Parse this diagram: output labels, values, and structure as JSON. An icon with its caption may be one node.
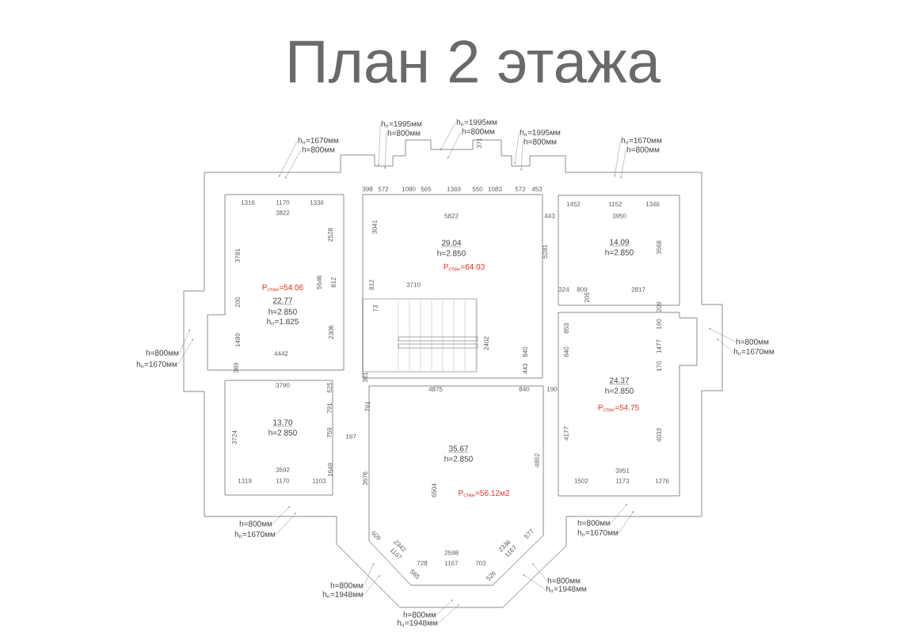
{
  "diagram": {
    "title": "План 2 этажа",
    "nodes": [
      {
        "text": [
          "h$_{п}$=1670мм",
          "h=800мм"
        ]
      },
      {
        "text": [
          "h$_{п}$=1995мм",
          "h=800мм"
        ]
      },
      {
        "text": [
          "h$_{п}$=1995мм",
          "h=800мм"
        ]
      },
      {
        "text": [
          "h$_{п}$=1995мм",
          "h=800мм"
        ]
      },
      {
        "text": [
          "h$_{п}$=1670мм",
          "h=800мм"
        ]
      },
      {
        "text": [
          "P$_{стен}$=54.06",
          "22.77",
          "h=2.850",
          "h$_{п}$=1.825"
        ]
      },
      {
        "text": [
          "29.04",
          "h=2.850",
          "P$_{стен}$=64.03"
        ]
      },
      {
        "text": [
          "14.09",
          "h=2.850"
        ]
      },
      {
        "text": [
          "24.37",
          "h=2.850",
          "P$_{стен}$=54.75"
        ]
      },
      {
        "text": [
          "h=800мм",
          "h$_{п}$=1670мм"
        ]
      },
      {
        "text": [
          "h=800мм",
          "h$_{п}$=1670мм"
        ]
      },
      {
        "text": [
          "13.70",
          "h=2.850"
        ]
      },
      {
        "text": [
          "35.67",
          "h=2.850",
          "P$_{стен}$=56.12м2"
        ]
      },
      {
        "text": [
          "h=800мм",
          "h$_{п}$=1670мм"
        ]
      },
      {
        "text": [
          "h=800мм",
          "h$_{п}$=1670мм"
        ]
      },
      {
        "text": [
          "h=800мм",
          "h$_{п}$=1948мм"
        ]
      },
      {
        "text": [
          "h=800мм",
          "h$_{п}$=1948мм"
        ]
      },
      {
        "text": [
          "h=800мм",
          "h$_{п}$=1948мм"
        ]
      }
    ],
    "edges": [
      {
        "from": 0,
        "to": null,
        "arrow": "to"
      },
      {
        "from": 0,
        "to": null,
        "arrow": "to"
      },
      {
        "from": 1,
        "to": null,
        "arrow": "to"
      },
      {
        "from": 1,
        "to": null,
        "arrow": "to"
      },
      {
        "from": 2,
        "to": null,
        "arrow": "to"
      },
      {
        "from": 2,
        "to": null,
        "arrow": "to"
      },
      {
        "from": 3,
        "to": null,
        "arrow": "to"
      },
      {
        "from": 3,
        "to": null,
        "arrow": "to"
      },
      {
        "from": 4,
        "to": null,
        "arrow": "to"
      },
      {
        "from": 4,
        "to": null,
        "arrow": "to"
      },
      {
        "from": 9,
        "to": null,
        "arrow": "to"
      },
      {
        "from": 9,
        "to": null,
        "arrow": "to"
      },
      {
        "from": 10,
        "to": null,
        "arrow": "to"
      },
      {
        "from": 10,
        "to": null,
        "arrow": "to"
      },
      {
        "from": 13,
        "to": null,
        "arrow": "to"
      },
      {
        "from": 13,
        "to": null,
        "arrow": "to"
      },
      {
        "from": 14,
        "to": null,
        "arrow": "to"
      },
      {
        "from": 14,
        "to": null,
        "arrow": "to"
      },
      {
        "from": 15,
        "to": null,
        "arrow": "to"
      },
      {
        "from": 15,
        "to": null,
        "arrow": "to"
      },
      {
        "from": 16,
        "to": null,
        "arrow": "to"
      },
      {
        "from": 16,
        "to": null,
        "arrow": "to"
      },
      {
        "from": 17,
        "to": null,
        "arrow": "to"
      },
      {
        "from": 17,
        "to": null,
        "arrow": "to"
      }
    ],
    "labels": [
      "371",
      "398",
      "572",
      "1080",
      "565",
      "1369",
      "550",
      "1083",
      "572",
      "453",
      "1316",
      "1170",
      "1336",
      "1452",
      "1152",
      "1346",
      "3822",
      "5822",
      "443",
      "3950",
      "3041",
      "2528",
      "3781",
      "5281",
      "3568",
      "5646",
      "812",
      "812",
      "3710",
      "324",
      "809",
      "2817",
      "205",
      "200",
      "209",
      "73",
      "2306",
      "853",
      "190",
      "1480",
      "4442",
      "2402",
      "840",
      "840",
      "1477",
      "389",
      "443",
      "170",
      "381",
      "3790",
      "525",
      "4875",
      "840",
      "190",
      "791",
      "791",
      "759",
      "197",
      "3724",
      "4177",
      "4033",
      "4852",
      "3592",
      "1649",
      "3951",
      "3676",
      "1319",
      "1170",
      "1103",
      "1502",
      "1173",
      "1276",
      "6504",
      "609",
      "577",
      "1167",
      "2342",
      "2598",
      "2336",
      "1167",
      "728",
      "1167",
      "703",
      "565",
      "526"
    ]
  }
}
